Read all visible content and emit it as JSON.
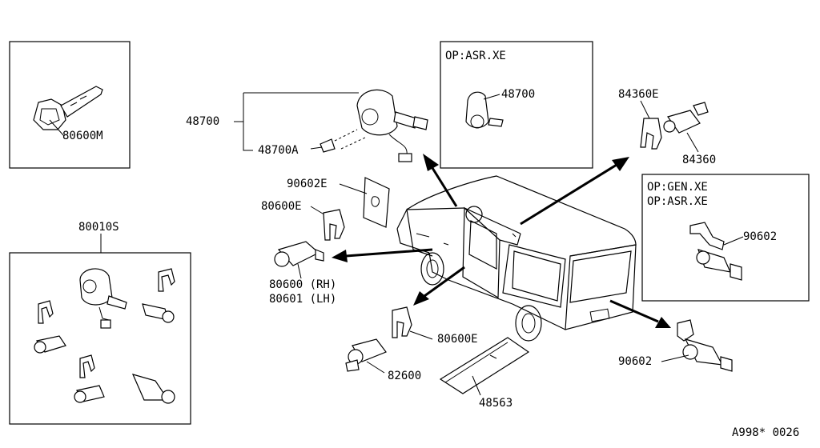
{
  "labels": {
    "key": "80600M",
    "kit": "80010S",
    "ignition": "48700",
    "ignition_harness": "48700A",
    "ignition_option_title": "OP:ASR.XE",
    "ignition_option_part": "48700",
    "hatch_clip": "84360E",
    "hatch_lock": "84360",
    "rear_option_line1": "OP:GEN.XE",
    "rear_option_line2": "OP:ASR.XE",
    "rear_option_part": "90602",
    "gasket": "90602E",
    "door_clip_upper": "80600E",
    "door_lock_rh": "80600 (RH)",
    "door_lock_lh": "80601 (LH)",
    "door_clip_lower": "80600E",
    "side_lock": "82600",
    "glove_lid": "48563",
    "rear_lock": "90602",
    "figure_code": "A998* 0026"
  }
}
